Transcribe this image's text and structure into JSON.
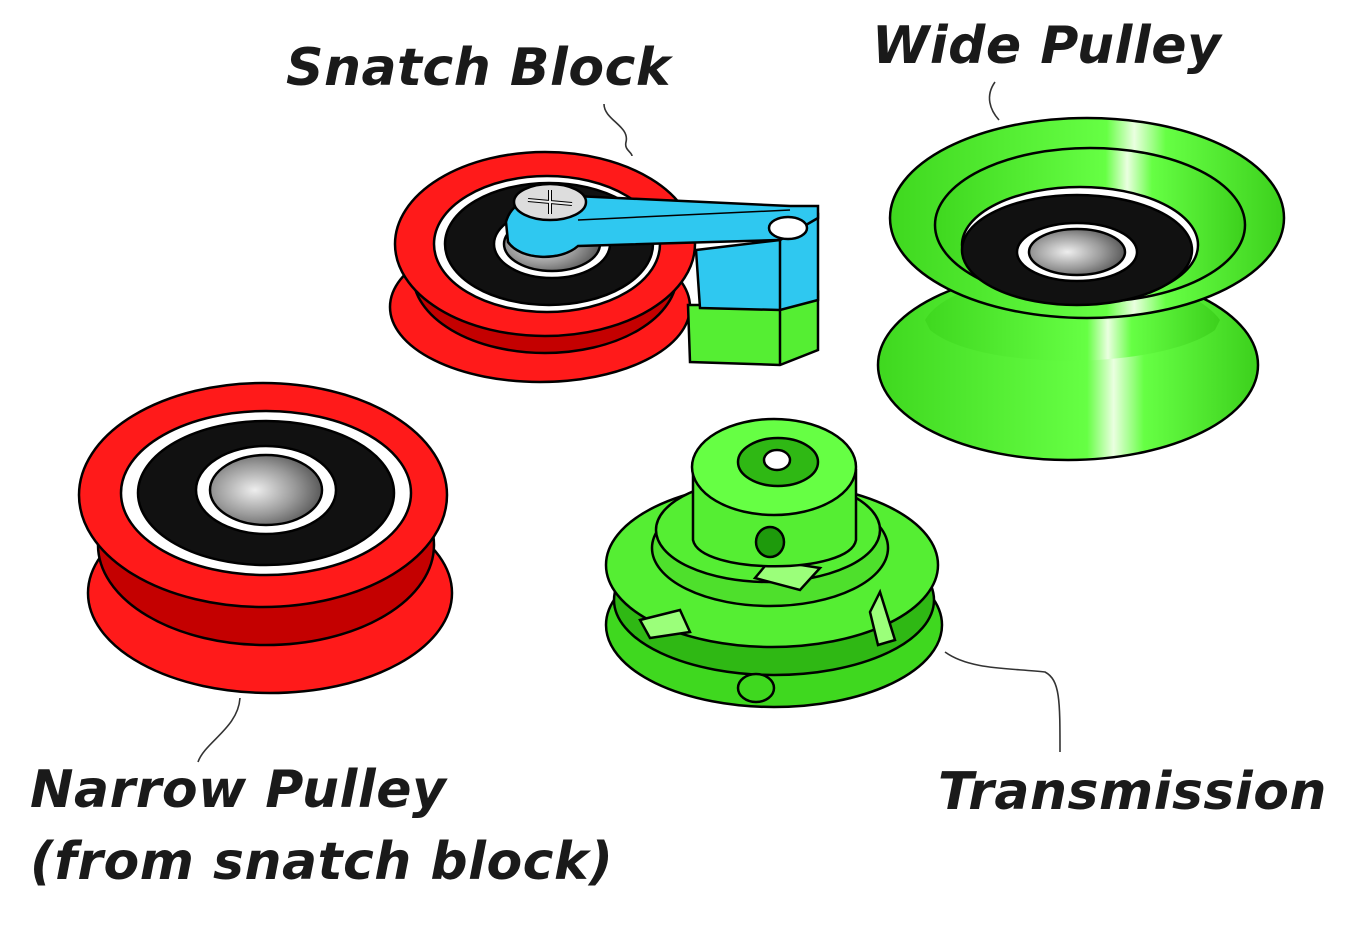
{
  "labels": {
    "snatch_block": "Snatch Block",
    "wide_pulley": "Wide Pulley",
    "narrow_pulley": "Narrow Pulley",
    "narrow_pulley_note": "(from snatch block)",
    "transmission": "Transmission"
  },
  "colors": {
    "red_part": "#ff1a1a",
    "green_part": "#55ee33",
    "blue_part": "#2fc8f0",
    "bearing": "#111111",
    "outline": "#000000"
  }
}
